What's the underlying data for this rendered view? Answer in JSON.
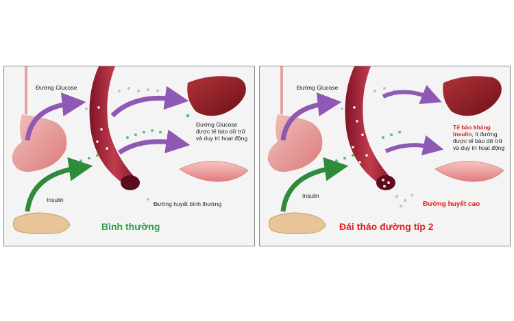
{
  "panels": [
    {
      "glucose_label": "Đường Glucose",
      "liver_note": "Đường Glucose được tế bào dữ trữ và duy trì hoạt động",
      "insulin_label": "Insulin",
      "blood_label": "Đường huyết bình thường",
      "title": "Bình thường"
    },
    {
      "glucose_label": "Đường Glucose",
      "liver_note_highlight": "Tế bào kháng Insulin",
      "liver_note_rest": ", ít đường được tế bào dữ trữ và duy trì hoạt động",
      "insulin_label": "Insulin",
      "blood_label": "Đường huyết cao",
      "title": "Đái tháo đường típ 2"
    }
  ],
  "colors": {
    "normal_title": "#2e9e46",
    "diabetes_title": "#e02020",
    "glucose_arrow": "#8e58b5",
    "insulin_arrow": "#2e8b3c",
    "vessel": "#a8243a",
    "liver": "#8f1c22",
    "stomach": "#e79a9a",
    "pancreas": "#e8c49a",
    "muscle": "#ef9e9e"
  }
}
